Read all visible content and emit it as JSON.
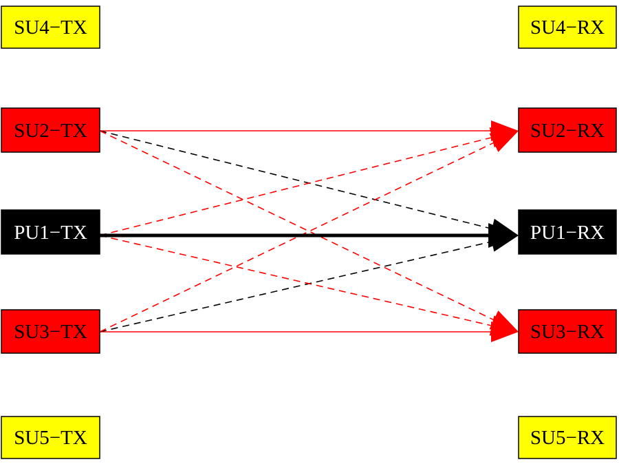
{
  "colors": {
    "primary_user": "#000000",
    "secondary_user": "#ff0000",
    "idle_node": "#ffff00",
    "label_light": "#ffffff",
    "label_dark": "#000000"
  },
  "nodes": {
    "su4_tx": {
      "label": "SU4−TX",
      "fill": "#ffff00",
      "text_color": "#000000"
    },
    "su2_tx": {
      "label": "SU2−TX",
      "fill": "#ff0000",
      "text_color": "#000000"
    },
    "pu1_tx": {
      "label": "PU1−TX",
      "fill": "#000000",
      "text_color": "#ffffff"
    },
    "su3_tx": {
      "label": "SU3−TX",
      "fill": "#ff0000",
      "text_color": "#000000"
    },
    "su5_tx": {
      "label": "SU5−TX",
      "fill": "#ffff00",
      "text_color": "#000000"
    },
    "su4_rx": {
      "label": "SU4−RX",
      "fill": "#ffff00",
      "text_color": "#000000"
    },
    "su2_rx": {
      "label": "SU2−RX",
      "fill": "#ff0000",
      "text_color": "#000000"
    },
    "pu1_rx": {
      "label": "PU1−RX",
      "fill": "#000000",
      "text_color": "#ffffff"
    },
    "su3_rx": {
      "label": "SU3−RX",
      "fill": "#ff0000",
      "text_color": "#000000"
    },
    "su5_rx": {
      "label": "SU5−RX",
      "fill": "#ffff00",
      "text_color": "#000000"
    }
  },
  "edges": [
    {
      "from": "su2_tx",
      "to": "su2_rx",
      "color": "#ff0000",
      "style": "solid"
    },
    {
      "from": "su3_tx",
      "to": "su3_rx",
      "color": "#ff0000",
      "style": "solid"
    },
    {
      "from": "pu1_tx",
      "to": "pu1_rx",
      "color": "#000000",
      "style": "solid-thick"
    },
    {
      "from": "su2_tx",
      "to": "pu1_rx",
      "color": "#000000",
      "style": "dashed"
    },
    {
      "from": "su3_tx",
      "to": "pu1_rx",
      "color": "#000000",
      "style": "dashed"
    },
    {
      "from": "su2_tx",
      "to": "su3_rx",
      "color": "#ff0000",
      "style": "dashed"
    },
    {
      "from": "pu1_tx",
      "to": "su2_rx",
      "color": "#ff0000",
      "style": "dashed"
    },
    {
      "from": "pu1_tx",
      "to": "su3_rx",
      "color": "#ff0000",
      "style": "dashed"
    },
    {
      "from": "su3_tx",
      "to": "su2_rx",
      "color": "#ff0000",
      "style": "dashed"
    }
  ]
}
